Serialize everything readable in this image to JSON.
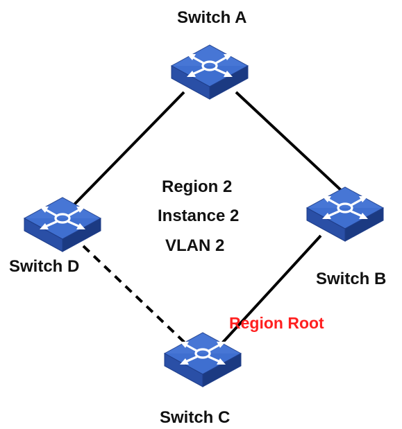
{
  "switches": {
    "a": {
      "name": "Switch A",
      "badge": "SWITCH"
    },
    "b": {
      "name": "Switch B",
      "badge": "SWITCH"
    },
    "c": {
      "name": "Switch C",
      "badge": "SWITCH"
    },
    "d": {
      "name": "Switch D",
      "badge": "SWITCH"
    }
  },
  "center_labels": {
    "region": "Region 2",
    "instance": "Instance 2",
    "vlan": "VLAN 2"
  },
  "region_root": {
    "text": "Region Root",
    "color": "#ff2020"
  },
  "links": [
    {
      "from": "Switch A",
      "to": "Switch D",
      "style": "solid"
    },
    {
      "from": "Switch A",
      "to": "Switch B",
      "style": "solid"
    },
    {
      "from": "Switch B",
      "to": "Switch C",
      "style": "solid"
    },
    {
      "from": "Switch D",
      "to": "Switch C",
      "style": "dashed"
    }
  ],
  "colors": {
    "switch_top": "#3f6fd0",
    "switch_front": "#2a4fa6",
    "switch_side": "#1b3a82",
    "line": "#000000"
  }
}
